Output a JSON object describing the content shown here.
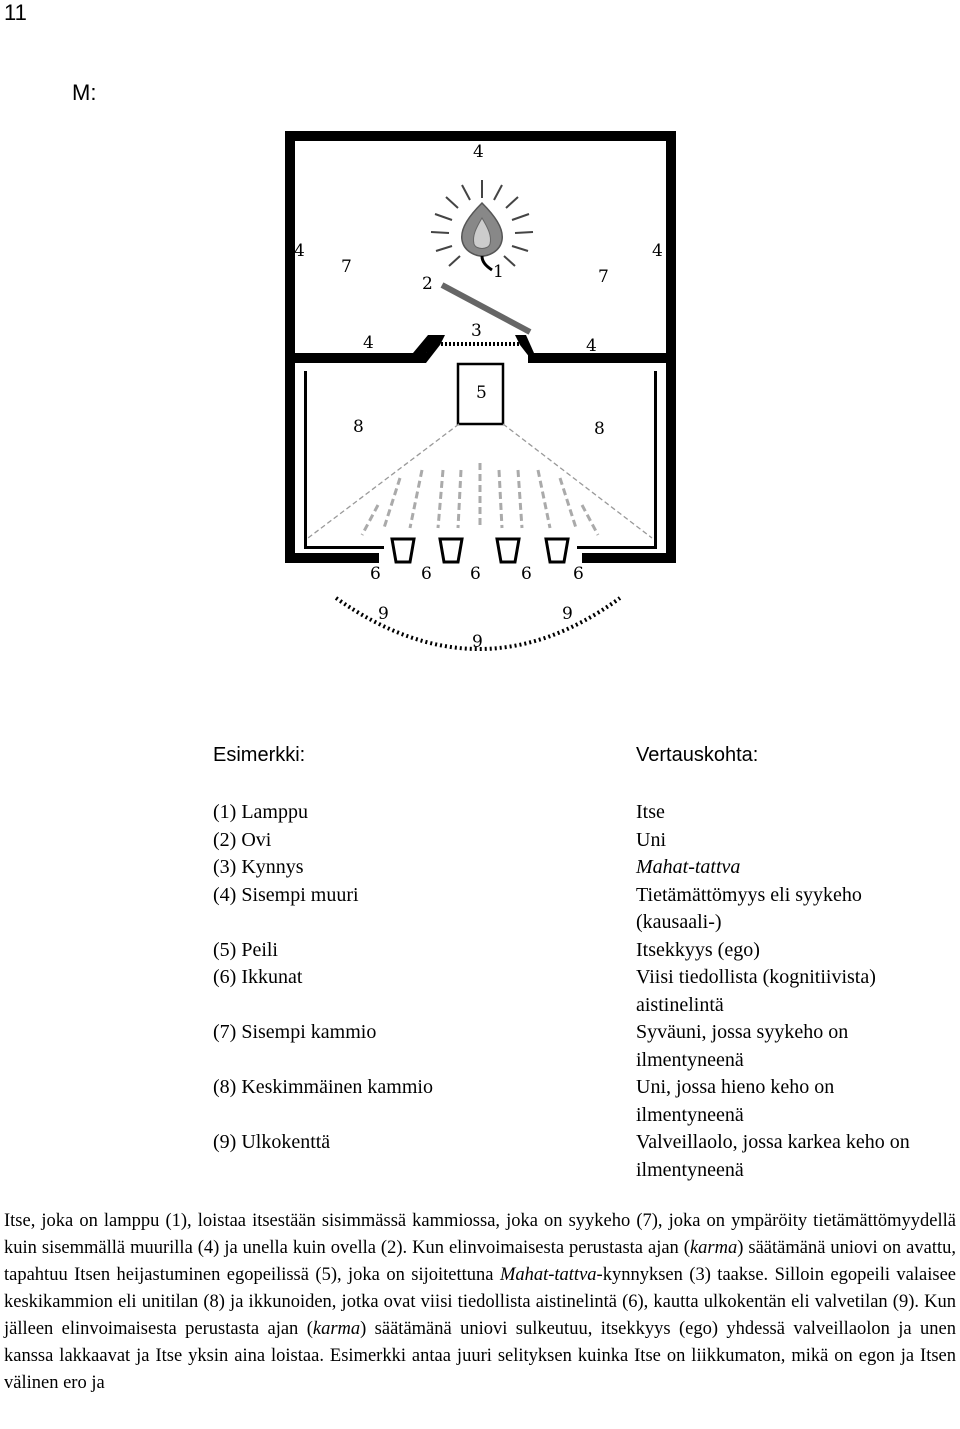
{
  "page_number": "11",
  "section_label": "M:",
  "diagram": {
    "labels": {
      "lamp": "1",
      "door": "2",
      "threshold": "3",
      "wall_top": "4",
      "wall_left": "4",
      "wall_right": "4",
      "wall_inner_left": "4",
      "wall_inner_right": "4",
      "mirror": "5",
      "window_1": "6",
      "window_2": "6",
      "window_3": "6",
      "window_4": "6",
      "window_5": "6",
      "inner_chamber_left": "7",
      "inner_chamber_right": "7",
      "middle_chamber_left": "8",
      "middle_chamber_right": "8",
      "outer_field_left": "9",
      "outer_field_right": "9",
      "outer_field_bottom": "9"
    }
  },
  "legend": {
    "example_header": "Esimerkki:",
    "comparison_header": "Vertauskohta:",
    "rows": [
      {
        "example": "(1) Lamppu",
        "meaning": "Itse"
      },
      {
        "example": "(2) Ovi",
        "meaning": "Uni"
      },
      {
        "example": "(3) Kynnys",
        "meaning": "Mahat-tattva"
      },
      {
        "example": "(4) Sisempi muuri",
        "meaning": "Tietämättömyys eli syykeho (kausaali-)"
      },
      {
        "example": "(5) Peili",
        "meaning": "Itsekkyys (ego)"
      },
      {
        "example": "(6) Ikkunat",
        "meaning": "Viisi tiedollista (kognitiivista) aistinelintä"
      },
      {
        "example": "(7) Sisempi kammio",
        "meaning": "Syväuni, jossa syykeho on ilmentyneenä"
      },
      {
        "example": "(8) Keskimmäinen kammio",
        "meaning": "Uni, jossa hieno keho on ilmentyneenä"
      },
      {
        "example": "(9) Ulkokenttä",
        "meaning": "Valveillaolo, jossa karkea keho on ilmentyneenä"
      }
    ]
  },
  "paragraph": {
    "s1": "Itse, joka on lamppu (1), loistaa itsestään sisimmässä kammiossa, joka on syykeho (7), joka on ympäröity tietämättömyydellä kuin sisemmällä muurilla (4) ja unella kuin ovella (2). Kun elinvoimaisesta perustasta ajan (",
    "karma_1": "karma",
    "s2": ") säätämänä uniovi on avattu, tapahtuu Itsen heijastuminen egopeilissä (5), joka on sijoitettuna ",
    "mahat": "Mahat-tattva",
    "s3": "-kynnyksen (3) taakse. Silloin egopeili valaisee keskikammion eli unitilan (8) ja ikkunoiden, jotka ovat viisi tiedollista aistinelintä (6), kautta ulkokentän eli valvetilan (9). Kun jälleen elinvoimaisesta perustasta ajan (",
    "karma_2": "karma",
    "s4": ") säätämänä uniovi sulkeutuu, itsekkyys (ego) yhdessä valveillaolon ja unen kanssa lakkaavat ja Itse yksin aina loistaa. Esimerkki antaa juuri selityksen kuinka Itse on liikkumaton, mikä on egon ja Itsen välinen ero ja"
  }
}
